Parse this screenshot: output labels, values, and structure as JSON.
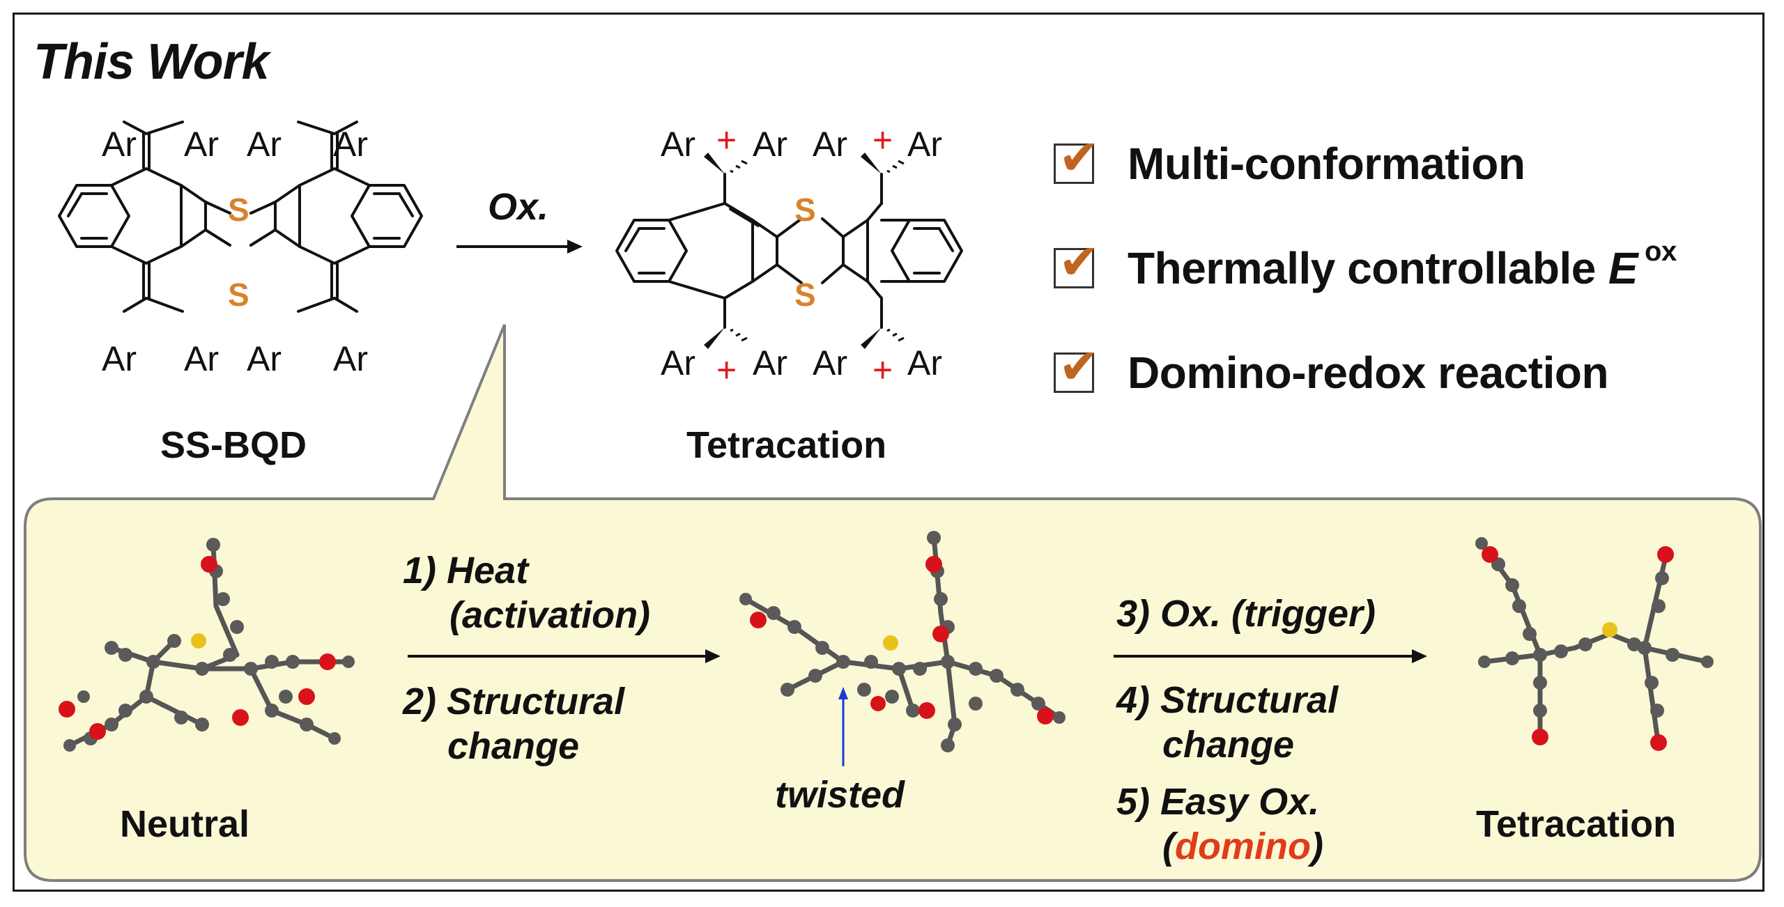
{
  "header": {
    "title": "This Work"
  },
  "reaction": {
    "reactant_label": "SS-BQD",
    "oxidation_label": "Ox.",
    "product_label": "Tetracation",
    "aryl_label": "Ar",
    "sulfur_label": "S",
    "cation_label": "+"
  },
  "features": [
    {
      "text": "Multi-conformation"
    },
    {
      "text": "Thermally controllable",
      "symbol": "E",
      "superscript": "ox"
    },
    {
      "text": "Domino-redox reaction"
    }
  ],
  "mechanism": {
    "neutral_label": "Neutral",
    "twisted_label": "twisted",
    "tetracation_label": "Tetracation",
    "step1_line1": "1)  Heat",
    "step1_line2": "(activation)",
    "step2_line1": "2) Structural",
    "step2_line2": "change",
    "step3": "3) Ox. (trigger)",
    "step4_line1": "4) Structural",
    "step4_line2": "change",
    "step5_line1": "5) Easy Ox.",
    "step5_open": "(",
    "step5_domino": "domino",
    "step5_close": ")"
  },
  "colors": {
    "sulfur": "#d9822b",
    "cation": "#e01b1b",
    "check": "#c0641e",
    "panel_fill": "#fbf8d6",
    "panel_border": "#7f7f7f",
    "domino": "#e03c1a",
    "arrow_blue": "#1a3bd6",
    "atom_carbon": "#5a5a5a",
    "atom_oxygen": "#d8121b",
    "atom_sulfur": "#e8c21a"
  }
}
